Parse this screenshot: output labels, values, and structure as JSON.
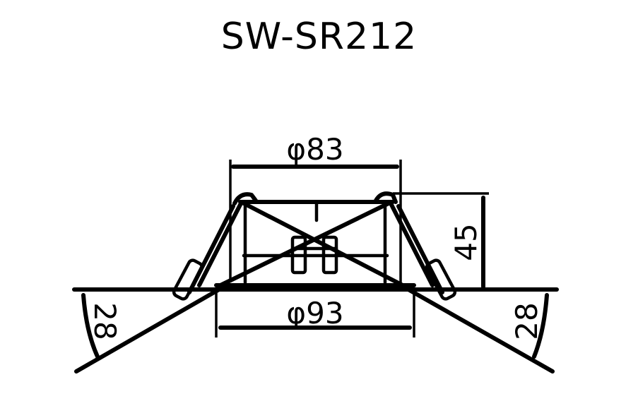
{
  "title": "SW-SR212",
  "dimensions": {
    "top_diameter": "φ83",
    "bottom_diameter": "φ93",
    "height": "45",
    "left_angle": "28",
    "right_angle": "28"
  },
  "colors": {
    "line": "#000000",
    "background": "#ffffff"
  }
}
